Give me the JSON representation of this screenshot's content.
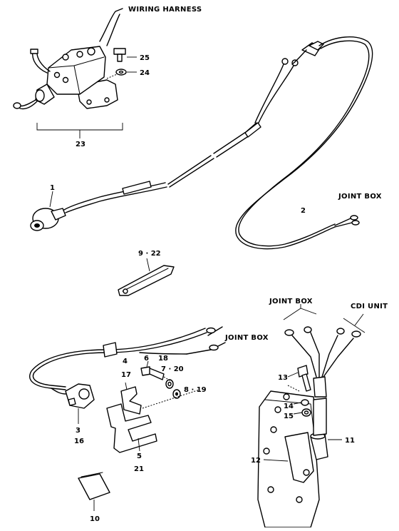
{
  "titles": {
    "wiring_harness": "WIRING HARNESS",
    "joint_box_right": "JOINT BOX",
    "joint_box_middle": "JOINT BOX",
    "joint_box_bottom": "JOINT BOX",
    "cdi_unit": "CDI UNIT"
  },
  "labels": {
    "p1": "1",
    "p2": "2",
    "p3": "3",
    "p16": "16",
    "p4": "4",
    "p17": "17",
    "p5": "5",
    "p21": "21",
    "p6": "6",
    "p18": "18",
    "p7_20": "7 · 20",
    "p8_19": "8 · 19",
    "p9_22": "9 · 22",
    "p10": "10",
    "p11": "11",
    "p12": "12",
    "p13": "13",
    "p14": "14",
    "p15": "15",
    "p23": "23",
    "p24": "24",
    "p25": "25"
  }
}
